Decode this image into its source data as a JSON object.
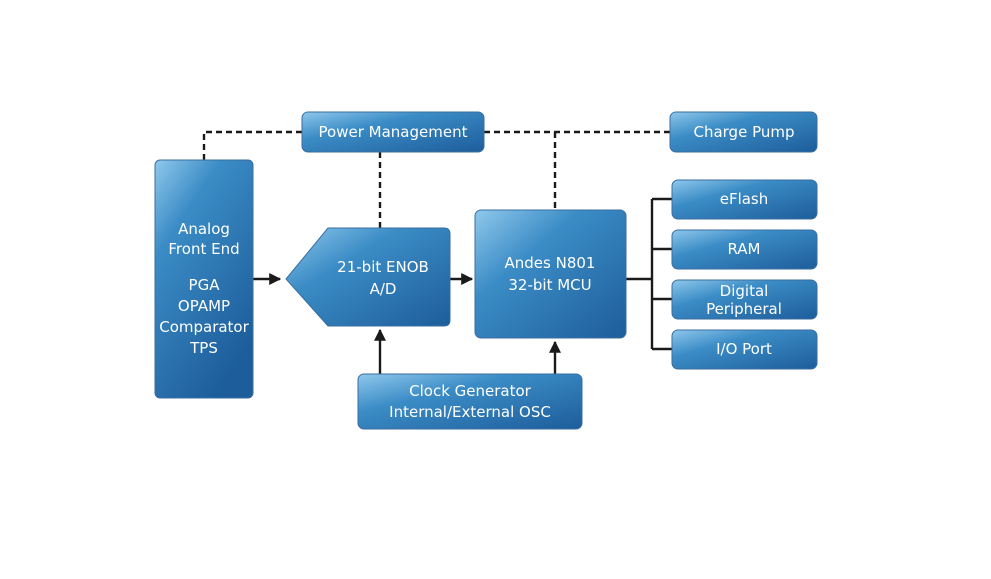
{
  "blocks": {
    "power_management": "Power Management",
    "charge_pump": "Charge Pump",
    "afe": [
      "Analog",
      "Front End",
      "PGA",
      "OPAMP",
      "Comparator",
      "TPS"
    ],
    "adc": [
      "21-bit ENOB",
      "A/D"
    ],
    "mcu": [
      "Andes N801",
      "32-bit MCU"
    ],
    "eflash": "eFlash",
    "ram": "RAM",
    "digital_peripheral": [
      "Digital",
      "Peripheral"
    ],
    "io_port": "I/O Port",
    "clock": [
      "Clock Generator",
      "Internal/External OSC"
    ]
  },
  "colors": {
    "block_light": "#8fc8ec",
    "block_mid": "#3b8cc6",
    "block_dark": "#1d5d9b",
    "connector": "#1a1a1a"
  }
}
